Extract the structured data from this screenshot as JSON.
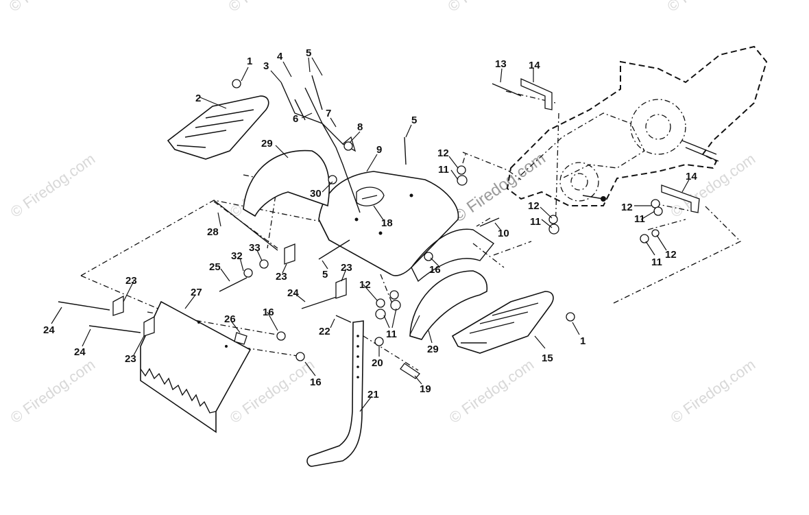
{
  "watermark": {
    "text": "© Firedog.com",
    "center_text": "© Firedog.com"
  },
  "callouts": [
    {
      "id": "c1a",
      "label": "1"
    },
    {
      "id": "c1b",
      "label": "1"
    },
    {
      "id": "c2",
      "label": "2"
    },
    {
      "id": "c3",
      "label": "3"
    },
    {
      "id": "c4",
      "label": "4"
    },
    {
      "id": "c5a",
      "label": "5"
    },
    {
      "id": "c5b",
      "label": "5"
    },
    {
      "id": "c5c",
      "label": "5"
    },
    {
      "id": "c6",
      "label": "6"
    },
    {
      "id": "c7",
      "label": "7"
    },
    {
      "id": "c8",
      "label": "8"
    },
    {
      "id": "c9",
      "label": "9"
    },
    {
      "id": "c10",
      "label": "10"
    },
    {
      "id": "c11a",
      "label": "11"
    },
    {
      "id": "c11b",
      "label": "11"
    },
    {
      "id": "c11c",
      "label": "11"
    },
    {
      "id": "c11d",
      "label": "11"
    },
    {
      "id": "c11e",
      "label": "11"
    },
    {
      "id": "c12a",
      "label": "12"
    },
    {
      "id": "c12b",
      "label": "12"
    },
    {
      "id": "c12c",
      "label": "12"
    },
    {
      "id": "c12d",
      "label": "12"
    },
    {
      "id": "c12e",
      "label": "12"
    },
    {
      "id": "c13",
      "label": "13"
    },
    {
      "id": "c14a",
      "label": "14"
    },
    {
      "id": "c14b",
      "label": "14"
    },
    {
      "id": "c15",
      "label": "15"
    },
    {
      "id": "c16a",
      "label": "16"
    },
    {
      "id": "c16b",
      "label": "16"
    },
    {
      "id": "c16c",
      "label": "16"
    },
    {
      "id": "c18",
      "label": "18"
    },
    {
      "id": "c19",
      "label": "19"
    },
    {
      "id": "c20",
      "label": "20"
    },
    {
      "id": "c21",
      "label": "21"
    },
    {
      "id": "c22",
      "label": "22"
    },
    {
      "id": "c23a",
      "label": "23"
    },
    {
      "id": "c23b",
      "label": "23"
    },
    {
      "id": "c23c",
      "label": "23"
    },
    {
      "id": "c23d",
      "label": "23"
    },
    {
      "id": "c24a",
      "label": "24"
    },
    {
      "id": "c24b",
      "label": "24"
    },
    {
      "id": "c24c",
      "label": "24"
    },
    {
      "id": "c25",
      "label": "25"
    },
    {
      "id": "c26",
      "label": "26"
    },
    {
      "id": "c27",
      "label": "27"
    },
    {
      "id": "c28",
      "label": "28"
    },
    {
      "id": "c29a",
      "label": "29"
    },
    {
      "id": "c29b",
      "label": "29"
    },
    {
      "id": "c30",
      "label": "30"
    },
    {
      "id": "c32",
      "label": "32"
    },
    {
      "id": "c33",
      "label": "33"
    }
  ]
}
